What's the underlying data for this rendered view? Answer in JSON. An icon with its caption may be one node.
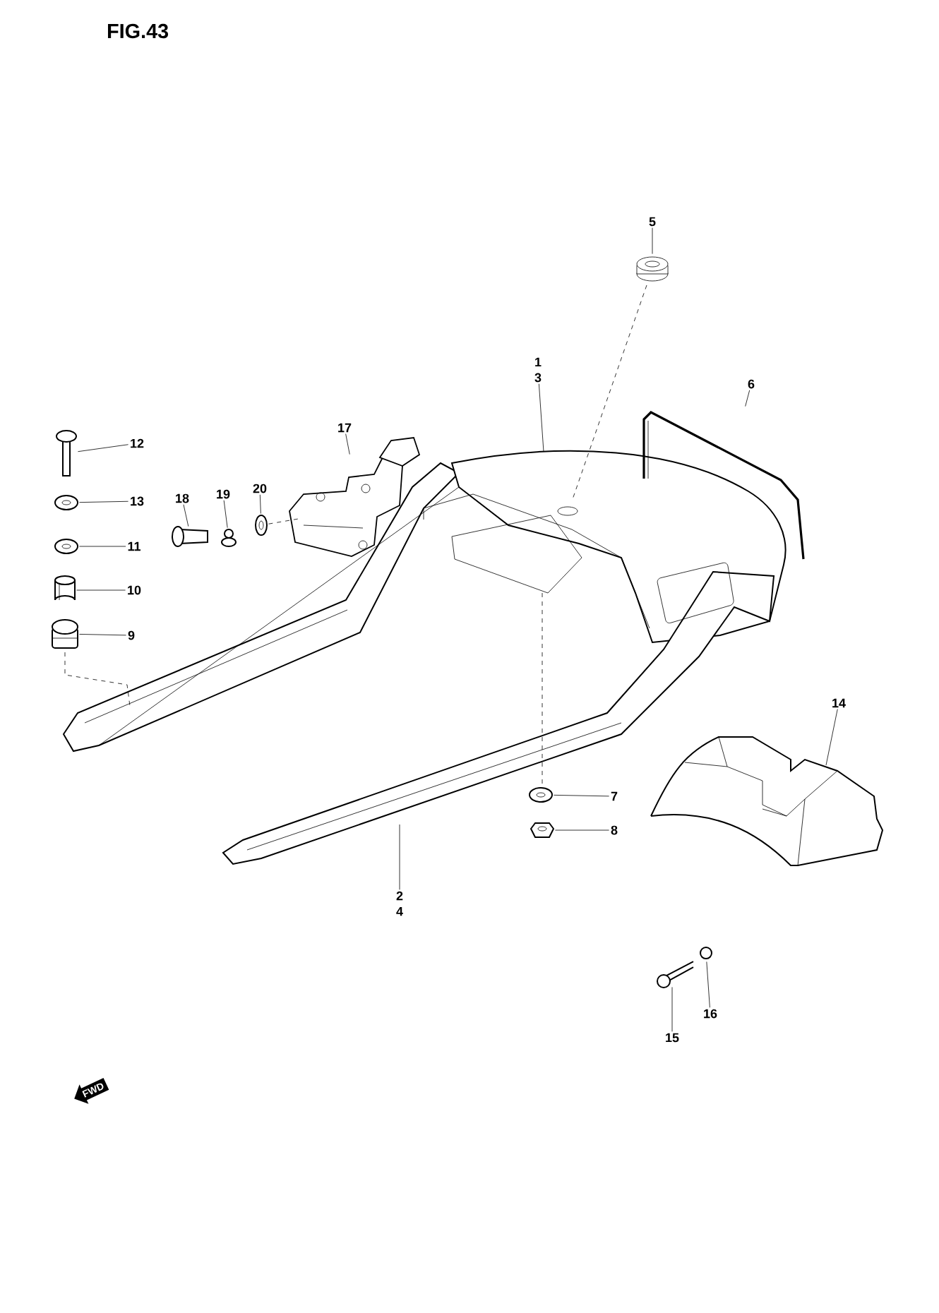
{
  "diagram": {
    "title": "FIG.43",
    "nodes": [
      {
        "text": [
          "5"
        ]
      },
      {
        "text": [],
        "shape": "picture"
      },
      {
        "text": [
          "1",
          "3"
        ]
      },
      {
        "text": [
          "6"
        ]
      },
      {
        "text": [
          "12"
        ]
      },
      {
        "text": [],
        "shape": "picture"
      },
      {
        "text": [
          "17"
        ]
      },
      {
        "text": [],
        "shape": "picture"
      },
      {
        "text": [
          "13"
        ]
      },
      {
        "text": [],
        "shape": "picture"
      },
      {
        "text": [
          "18"
        ]
      },
      {
        "text": [
          "19"
        ]
      },
      {
        "text": [
          "20"
        ]
      },
      {
        "text": [
          "11"
        ]
      },
      {
        "text": [],
        "shape": "picture"
      },
      {
        "text": [],
        "shape": "picture"
      },
      {
        "text": [],
        "shape": "picture"
      },
      {
        "text": [],
        "shape": "picture"
      },
      {
        "text": [],
        "shape": "picture"
      },
      {
        "text": [
          "10"
        ]
      },
      {
        "text": [],
        "shape": "cylinder"
      },
      {
        "text": [
          "9"
        ]
      },
      {
        "text": [],
        "shape": "picture"
      },
      {
        "text": [
          "14"
        ]
      },
      {
        "text": [],
        "shape": "picture"
      },
      {
        "text": [
          "7"
        ]
      },
      {
        "text": [],
        "shape": "picture"
      },
      {
        "text": [
          "8"
        ]
      },
      {
        "text": [],
        "shape": "picture"
      },
      {
        "text": [
          "2",
          "4"
        ]
      },
      {
        "text": [],
        "shape": "circle"
      },
      {
        "text": [
          "16"
        ]
      },
      {
        "text": [
          "15"
        ]
      },
      {
        "text": [],
        "shape": "picture"
      }
    ],
    "edges": [
      {
        "from": 0,
        "to": 1,
        "arrow": "none"
      },
      {
        "from": 2,
        "to": null,
        "arrow": "none"
      },
      {
        "from": 3,
        "to": 18,
        "arrow": "none"
      },
      {
        "from": 4,
        "to": 5,
        "arrow": "none"
      },
      {
        "from": 6,
        "to": 7,
        "arrow": "none"
      },
      {
        "from": 8,
        "to": 9,
        "arrow": "none"
      },
      {
        "from": 10,
        "to": 15,
        "arrow": "none"
      },
      {
        "from": 11,
        "to": 16,
        "arrow": "none"
      },
      {
        "from": 12,
        "to": 17,
        "arrow": "none"
      },
      {
        "from": 13,
        "to": 14,
        "arrow": "none"
      },
      {
        "from": 17,
        "to": 7,
        "arrow": "none",
        "style": "dashed"
      },
      {
        "from": 19,
        "to": 20,
        "arrow": "none"
      },
      {
        "from": 21,
        "to": 22,
        "arrow": "none"
      },
      {
        "from": 23,
        "to": 24,
        "arrow": "none"
      },
      {
        "from": 25,
        "to": 26,
        "arrow": "none"
      },
      {
        "from": 27,
        "to": 28,
        "arrow": "none"
      },
      {
        "from": 29,
        "to": null,
        "arrow": "none"
      },
      {
        "from": 31,
        "to": 30,
        "arrow": "none"
      },
      {
        "from": 32,
        "to": 33,
        "arrow": "none"
      }
    ],
    "labels": [
      "FWD"
    ]
  }
}
